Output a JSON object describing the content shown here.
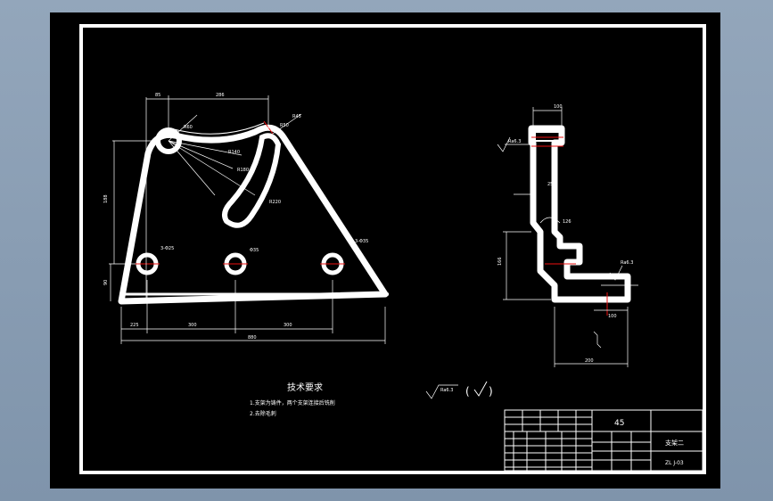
{
  "viewport": {
    "background": "#8a9db2",
    "sheet_color": "#000000",
    "line_color": "#ffffff",
    "accent_color": "#e11111"
  },
  "tech": {
    "title": "技术要求",
    "line1": "1.支架为铸件，两个支架连接后铣削",
    "line2": "2.去除毛刺"
  },
  "roughness": {
    "value": "Ra6.3",
    "bracket_open": "(",
    "bracket_close": ")"
  },
  "titleblock": {
    "material": "45",
    "part_name": "支架二",
    "drawing_no": "ZL J-03"
  },
  "front_view": {
    "dims": [
      "85",
      "286",
      "880",
      "225",
      "300",
      "300",
      "R60",
      "R50",
      "R45",
      "R140",
      "R180",
      "R220",
      "188",
      "90",
      "3-Φ25",
      "Φ35",
      "3-Φ35"
    ]
  },
  "side_view": {
    "dims": [
      "100",
      "Ra6.3",
      "25",
      "126",
      "166",
      "Ra6.3",
      "100",
      "200"
    ]
  }
}
